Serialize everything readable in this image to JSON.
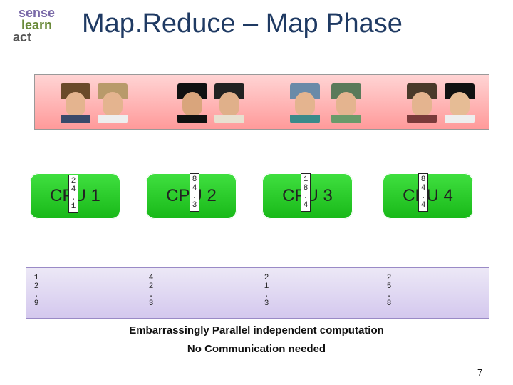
{
  "logo": {
    "line1": "sense",
    "line2": "learn",
    "line3": "act"
  },
  "title": "Map.Reduce – Map Phase",
  "cpus": [
    {
      "label": "CPU 1",
      "value_digits": [
        "2",
        "4",
        ".",
        "1"
      ]
    },
    {
      "label": "CPU 2",
      "value_digits": [
        "8",
        "4",
        ".",
        "3"
      ]
    },
    {
      "label": "CPU 3",
      "value_digits": [
        "1",
        "8",
        ".",
        "4"
      ]
    },
    {
      "label": "CPU 4",
      "value_digits": [
        "8",
        "4",
        ".",
        "4"
      ]
    }
  ],
  "results": [
    {
      "digits": [
        "1",
        "2",
        ".",
        "9"
      ]
    },
    {
      "digits": [
        "4",
        "2",
        ".",
        "3"
      ]
    },
    {
      "digits": [
        "2",
        "1",
        ".",
        "3"
      ]
    },
    {
      "digits": [
        "2",
        "5",
        ".",
        "8"
      ]
    }
  ],
  "caption_line1": "Embarrassingly Parallel independent computation",
  "caption_line2": "No Communication needed",
  "page_number": "7",
  "colors": {
    "title": "#1f3a63",
    "cpu_green": "#2ecc2e",
    "photo_band": "#ffb3b3",
    "result_band": "#ddd3f2"
  }
}
